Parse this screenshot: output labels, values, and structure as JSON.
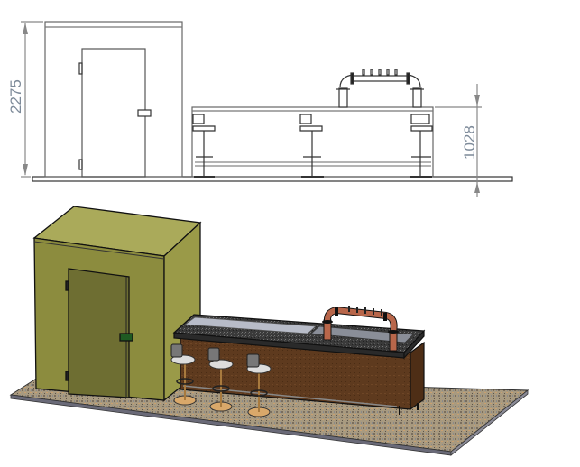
{
  "drawing": {
    "elevation_view": {
      "dimensions": {
        "cold_room_height": "2275",
        "bar_height": "1028"
      },
      "stool_count": 3,
      "tap_count": 5
    },
    "isometric_view": {
      "stool_count": 3,
      "tap_count": 5
    }
  },
  "colors": {
    "line": "#4a4a4a",
    "dimension": "#7d8a99",
    "room_front": "#8c8c3e",
    "room_top": "#aaaa5a",
    "room_side": "#9a9a48",
    "door": "#6e6e32",
    "handle": "#1f5a22",
    "counter_wood": "#5e3a1e",
    "counter_top": "#3a3a3a",
    "steel": "#b8bcc8",
    "pipe": "#b8664a",
    "floor": "#a89a80",
    "floor_edge": "#6a6a78",
    "stool_base": "#d9a86a"
  }
}
